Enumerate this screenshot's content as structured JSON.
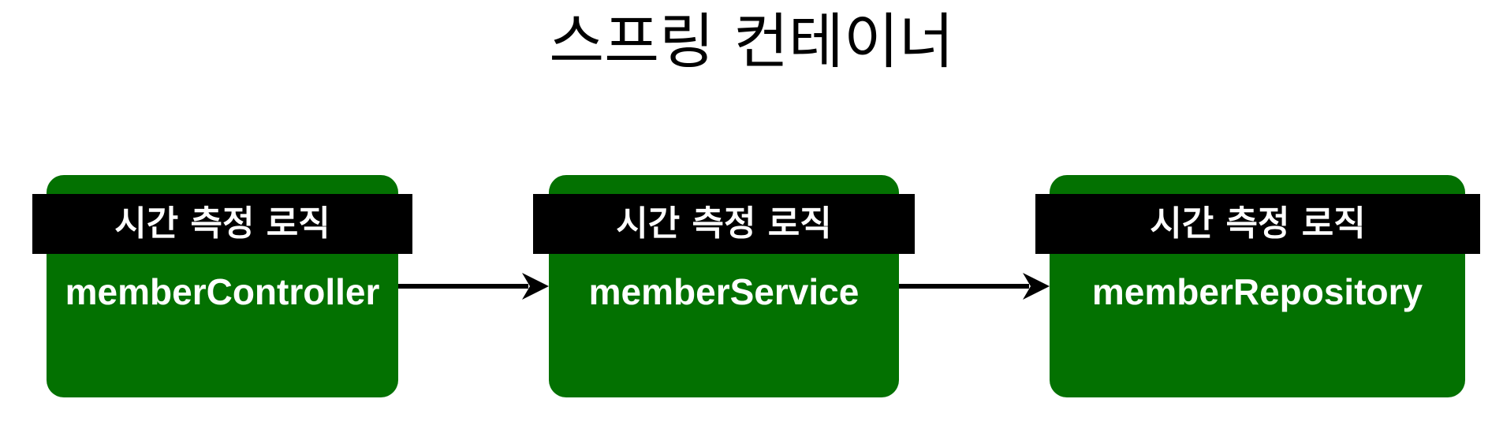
{
  "title": "스프링 컨테이너",
  "nodes": [
    {
      "label": "memberController",
      "band_label": "시간 측정 로직"
    },
    {
      "label": "memberService",
      "band_label": "시간 측정 로직"
    },
    {
      "label": "memberRepository",
      "band_label": "시간 측정 로직"
    }
  ],
  "edges": [
    {
      "from": "memberController",
      "to": "memberService"
    },
    {
      "from": "memberService",
      "to": "memberRepository"
    }
  ],
  "colors": {
    "node_fill": "#037101",
    "band_fill": "#000000",
    "text": "#ffffff",
    "arrow": "#000000"
  }
}
